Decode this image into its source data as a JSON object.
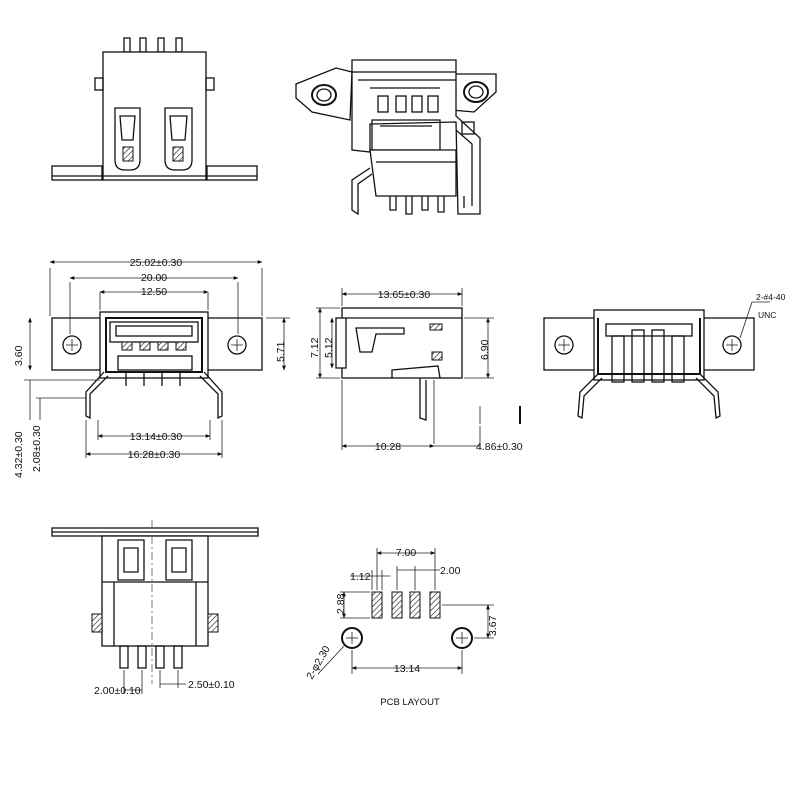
{
  "drawing": {
    "front_view": {
      "dim_overall_width": "25.02±0.30",
      "dim_mount_width": "20.00",
      "dim_port_width": "12.50",
      "dim_flange_height": "3.60",
      "dim_center_height": "5.71",
      "dim_leg_height": "4.32±0.30",
      "dim_leg_width": "2.08±0.30",
      "dim_leg_span_inner": "13.14±0.30",
      "dim_leg_span_outer": "16.28±0.30"
    },
    "side_view": {
      "dim_length": "13.65±0.30",
      "dim_height_total": "7.12",
      "dim_height_body": "5.12",
      "dim_height_right": "6.90",
      "dim_base_left": "10.28",
      "dim_base_right": "4.86±0.30"
    },
    "rear_view": {
      "thread_note_line1": "2-#4-40",
      "thread_note_line2": "UNC"
    },
    "bottom_view": {
      "dim_pin_pitch": "2.00±0.10",
      "dim_pin_offset": "2.50±0.10"
    },
    "pcb_layout": {
      "title": "PCB LAYOUT",
      "dim_pad_span": "7.00",
      "dim_pad_width": "1.12",
      "dim_pad_pitch": "2.00",
      "dim_pad_height": "2.88",
      "dim_hole_offset": "3.67",
      "dim_hole_diameter": "2-φ2.30",
      "dim_hole_span": "13.14"
    }
  }
}
